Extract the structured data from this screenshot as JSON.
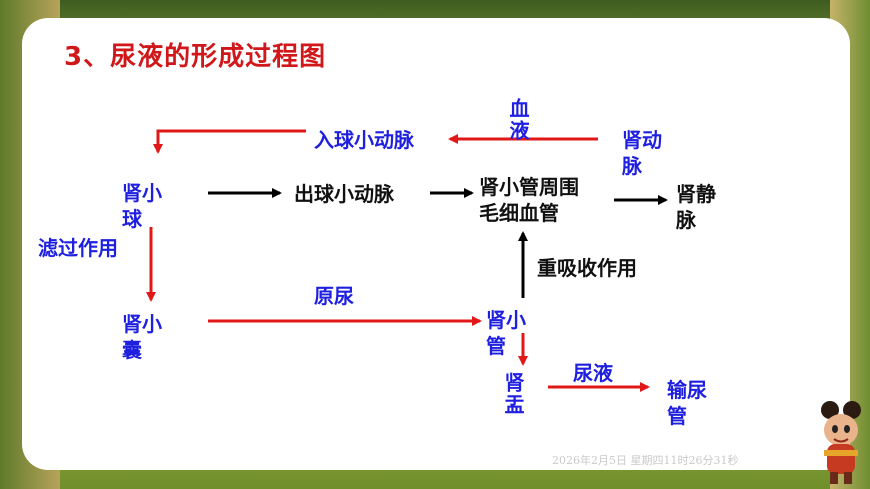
{
  "title": "3、尿液的形成过程图",
  "nodes": {
    "afferent_arteriole": "入球小动脉",
    "blood": "血液",
    "renal_artery": "肾动脉",
    "glomerulus": "肾小球",
    "efferent_arteriole": "出球小动脉",
    "peritubular_capillary": "肾小管周围毛细血管",
    "renal_vein": "肾静脉",
    "filtration": "滤过作用",
    "reabsorption": "重吸收作用",
    "bowman_capsule": "肾小囊",
    "primary_urine": "原尿",
    "renal_tubule": "肾小管",
    "renal_pelvis": "肾盂",
    "urine": "尿液",
    "ureter": "输尿管"
  },
  "watermark": "2026年2月5日 星期四11时26分31秒",
  "colors": {
    "title": "#d0181b",
    "blue_text": "#1f1fe0",
    "black_text": "#111111",
    "red_arrow": "#e01818",
    "black_arrow": "#000000"
  }
}
